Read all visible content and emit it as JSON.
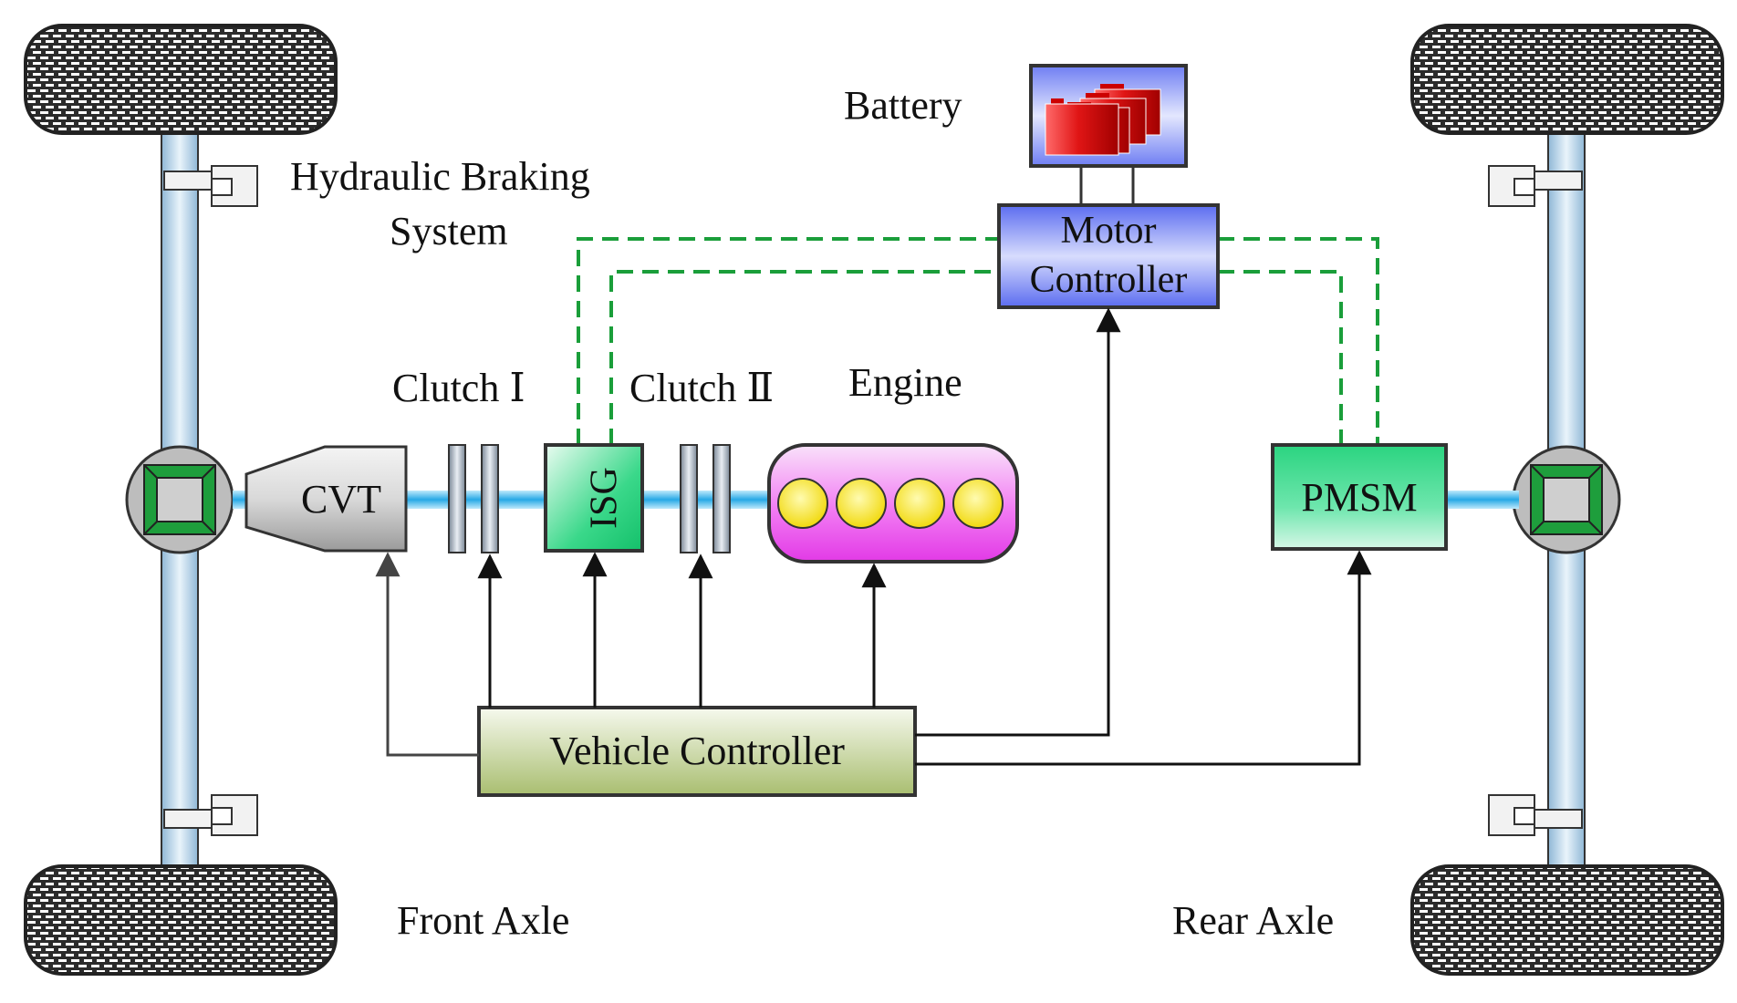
{
  "labels": {
    "battery": "Battery",
    "hydraulic_braking_line1": "Hydraulic Braking",
    "hydraulic_braking_line2": "System",
    "motor_controller_line1": "Motor",
    "motor_controller_line2": "Controller",
    "clutch_1": "Clutch Ⅰ",
    "clutch_2": "Clutch Ⅱ",
    "engine": "Engine",
    "cvt": "CVT",
    "isg": "ISG",
    "pmsm": "PMSM",
    "vehicle_controller": "Vehicle Controller",
    "front_axle": "Front Axle",
    "rear_axle": "Rear Axle"
  },
  "colors": {
    "shaft": "#bcd8ec",
    "drive_shaft": "#5bc0ea",
    "tire": "#2b2b2b",
    "hub_green": "#1e9e3c",
    "motor_controller_fill": "#7f8cf5",
    "isg_pmsm_fill": "#22d07a",
    "engine_fill": "#ee66ee",
    "cylinder_fill": "#f3e21f",
    "vehicle_controller_fill": "#aec27a",
    "battery_cell": "#e01515",
    "signal_dash": "#1a9e3a",
    "control_line": "#111111"
  },
  "icons": {
    "battery": "battery-cells-icon",
    "tire": "tire-tread-icon",
    "hub": "wheel-hub-icon",
    "brake": "brake-caliper-icon"
  }
}
